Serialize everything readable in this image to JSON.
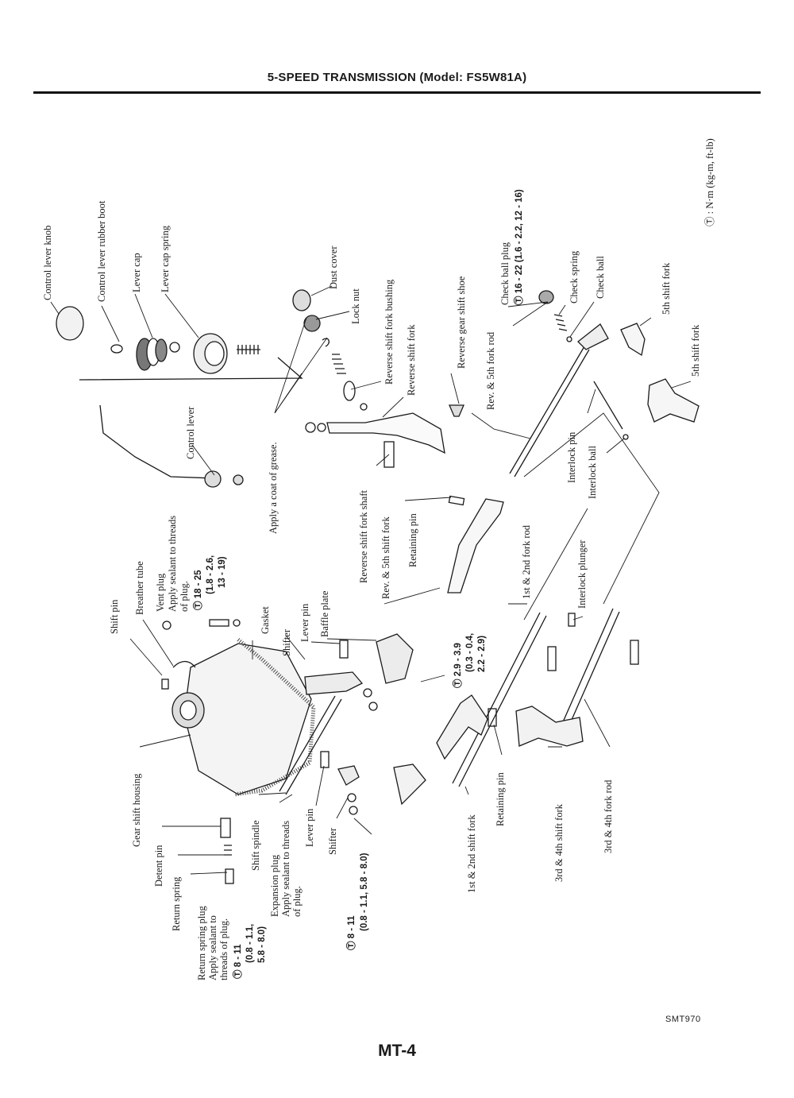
{
  "header": {
    "title": "5-SPEED TRANSMISSION (Model: FS5W81A)"
  },
  "torque_note": "Ⓣ : N·m (kg-m, ft-lb)",
  "labels": {
    "control_lever_knob": "Control lever knob",
    "control_lever_rubber_boot": "Control lever rubber boot",
    "lever_cap": "Lever cap",
    "lever_cap_spring": "Lever cap spring",
    "control_lever": "Control lever",
    "apply_grease": "Apply a coat of grease.",
    "dust_cover": "Dust cover",
    "lock_nut": "Lock nut",
    "reverse_shift_fork_bushing": "Reverse shift fork bushing",
    "reverse_shift_fork": "Reverse shift fork",
    "reverse_gear_shift_shoe": "Reverse gear shift shoe",
    "rev_5th_fork_rod": "Rev. & 5th fork rod",
    "check_ball_plug": "Check ball plug",
    "check_spring": "Check spring",
    "check_ball": "Check ball",
    "fifth_shift_fork_a": "5th shift fork",
    "fifth_shift_fork_b": "5th shift fork",
    "interlock_pin": "Interlock pin",
    "interlock_ball": "Interlock ball",
    "reverse_shift_fork_shaft": "Reverse shift fork shaft",
    "rev_5th_shift_fork": "Rev. & 5th shift fork",
    "retaining_pin_a": "Retaining pin",
    "first_second_fork_rod": "1st & 2nd fork rod",
    "interlock_plunger": "Interlock plunger",
    "shift_pin": "Shift pin",
    "breather_tube": "Breather tube",
    "vent_plug": "Vent plug",
    "apply_sealant_threads": "Apply sealant to threads",
    "of_plug": "of plug.",
    "gasket": "Gasket",
    "lever_pin_a": "Lever pin",
    "baffle_plate": "Baffle plate",
    "shifter_a": "Shifter",
    "gear_shift_housing": "Gear shift housing",
    "detent_pin": "Detent pin",
    "return_spring": "Return spring",
    "return_spring_plug": "Return spring plug",
    "apply_sealant_to": "Apply sealant to",
    "threads_of_plug": "threads of plug.",
    "shift_spindle": "Shift spindle",
    "expansion_plug": "Expansion plug",
    "apply_sealant_threads_b": "Apply sealant to threads",
    "of_plug_b": "of plug.",
    "lever_pin_b": "Lever pin",
    "shifter_b": "Shifter",
    "first_second_shift_fork": "1st & 2nd shift fork",
    "retaining_pin_b": "Retaining pin",
    "third_fourth_shift_fork": "3rd & 4th shift fork",
    "third_fourth_fork_rod": "3rd & 4th fork rod"
  },
  "torques": {
    "check_ball_plug": "Ⓣ 16 - 22 (1.6 - 2.2, 12 - 16)",
    "vent_plug_line1": "Ⓣ 18 - 25",
    "vent_plug_line2": "(1.8 - 2.6,",
    "vent_plug_line3": "13 - 19)",
    "baffle_line1": "Ⓣ 2.9 - 3.9",
    "baffle_line2": "(0.3 - 0.4,",
    "baffle_line3": "2.2 - 2.9)",
    "return_plug_line1": "Ⓣ 8 - 11",
    "return_plug_line2": "(0.8 - 1.1,",
    "return_plug_line3": "5.8 - 8.0)",
    "shifter_bolt_line1": "Ⓣ 8 - 11",
    "shifter_bolt_line2": "(0.8 - 1.1, 5.8 - 8.0)"
  },
  "figure_code": "SMT970",
  "page_number": "MT-4"
}
